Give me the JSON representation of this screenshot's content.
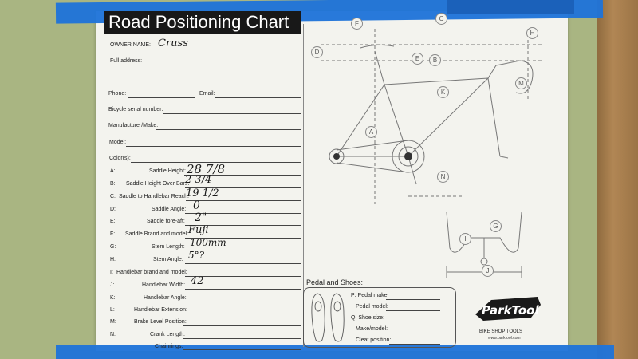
{
  "title": "Road Positioning Chart",
  "owner": {
    "label": "OWNER NAME:",
    "value": "Cruss"
  },
  "fields": [
    {
      "label": "Full address:",
      "value": ""
    },
    {
      "label": "Phone:",
      "value": ""
    },
    {
      "label": "Email:",
      "value": ""
    },
    {
      "label": "Bicycle serial number:",
      "value": ""
    },
    {
      "label": "Manufacturer/Make:",
      "value": ""
    },
    {
      "label": "Model:",
      "value": ""
    },
    {
      "label": "Color(s):",
      "value": ""
    }
  ],
  "measurements": [
    {
      "code": "A:",
      "label": "Saddle Height:",
      "value": "28 7/8"
    },
    {
      "code": "B:",
      "label": "Saddle Height Over Bars:",
      "value": "2 3/4"
    },
    {
      "code": "C:",
      "label": "Saddle to Handlebar Reach:",
      "value": "19 1/2"
    },
    {
      "code": "D:",
      "label": "Saddle Angle:",
      "value": "0"
    },
    {
      "code": "E:",
      "label": "Saddle fore-aft:",
      "value": "2\""
    },
    {
      "code": "F:",
      "label": "Saddle Brand and model:",
      "value": "Fuji"
    },
    {
      "code": "G:",
      "label": "Stem Length:",
      "value": "100mm"
    },
    {
      "code": "H:",
      "label": "Stem Angle:",
      "value": "5°?"
    },
    {
      "code": "I:",
      "label": "Handlebar brand and model:",
      "value": ""
    },
    {
      "code": "J:",
      "label": "Handlebar Width:",
      "value": "42"
    },
    {
      "code": "K:",
      "label": "Handlebar Angle:",
      "value": ""
    },
    {
      "code": "L:",
      "label": "Handlebar Extension:",
      "value": ""
    },
    {
      "code": "M:",
      "label": "Brake Level Position:",
      "value": ""
    },
    {
      "code": "N:",
      "label": "Crank Length:",
      "value": ""
    },
    {
      "code": "",
      "label": "Chainrings:",
      "value": ""
    }
  ],
  "pedal_section": {
    "title": "Pedal and Shoes:",
    "fields": [
      "P: Pedal make:",
      "Pedal model:",
      "Q: Shoe size:",
      "Make/model:",
      "Cleat position:"
    ]
  },
  "diagram_labels": [
    "A",
    "B",
    "C",
    "D",
    "E",
    "F",
    "G",
    "H",
    "I",
    "J",
    "K",
    "M",
    "N"
  ],
  "logo": {
    "brand": "ParkTool",
    "tagline": "BIKE SHOP TOOLS",
    "url": "www.parktool.com"
  }
}
